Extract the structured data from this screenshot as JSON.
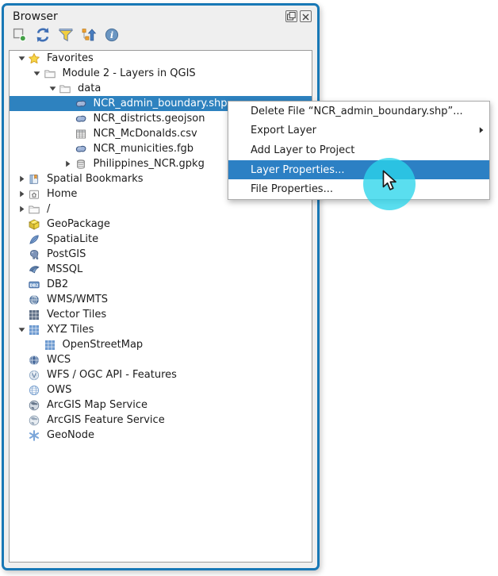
{
  "window": {
    "title": "Browser"
  },
  "colors": {
    "panel_border": "#1878b6",
    "tree_selection": "#2e82bf",
    "menu_highlight": "#2c80c4",
    "cursor_halo": "#2cd5ea",
    "panel_bg": "#efefef"
  },
  "toolbar": {
    "buttons": [
      {
        "name": "add-selected-layers-button",
        "icon": "add-layer-icon"
      },
      {
        "name": "refresh-button",
        "icon": "refresh-icon"
      },
      {
        "name": "filter-browser-button",
        "icon": "filter-icon"
      },
      {
        "name": "collapse-all-button",
        "icon": "collapse-all-icon"
      },
      {
        "name": "properties-widget-button",
        "icon": "info-icon"
      }
    ]
  },
  "tree": {
    "items": [
      {
        "label": "Favorites",
        "icon": "star-icon",
        "indent": 0,
        "arrow": "expanded",
        "selected": false
      },
      {
        "label": "Module 2 - Layers in QGIS",
        "icon": "folder-icon",
        "indent": 1,
        "arrow": "expanded",
        "selected": false
      },
      {
        "label": "data",
        "icon": "folder-icon",
        "indent": 2,
        "arrow": "expanded",
        "selected": false
      },
      {
        "label": "NCR_admin_boundary.shp",
        "icon": "vector-polygon-icon",
        "indent": 3,
        "arrow": "none",
        "selected": true
      },
      {
        "label": "NCR_districts.geojson",
        "icon": "vector-polygon-icon",
        "indent": 3,
        "arrow": "none",
        "selected": false
      },
      {
        "label": "NCR_McDonalds.csv",
        "icon": "table-icon",
        "indent": 3,
        "arrow": "none",
        "selected": false
      },
      {
        "label": "NCR_municities.fgb",
        "icon": "vector-polygon-icon",
        "indent": 3,
        "arrow": "none",
        "selected": false
      },
      {
        "label": "Philippines_NCR.gpkg",
        "icon": "database-file-icon",
        "indent": 3,
        "arrow": "collapsed",
        "selected": false
      },
      {
        "label": "Spatial Bookmarks",
        "icon": "bookmarks-icon",
        "indent": 0,
        "arrow": "collapsed",
        "selected": false
      },
      {
        "label": "Home",
        "icon": "home-icon",
        "indent": 0,
        "arrow": "collapsed",
        "selected": false
      },
      {
        "label": "/",
        "icon": "folder-icon",
        "indent": 0,
        "arrow": "collapsed",
        "selected": false
      },
      {
        "label": "GeoPackage",
        "icon": "geopackage-icon",
        "indent": 0,
        "arrow": "none",
        "selected": false
      },
      {
        "label": "SpatiaLite",
        "icon": "spatialite-icon",
        "indent": 0,
        "arrow": "none",
        "selected": false
      },
      {
        "label": "PostGIS",
        "icon": "postgis-icon",
        "indent": 0,
        "arrow": "none",
        "selected": false
      },
      {
        "label": "MSSQL",
        "icon": "mssql-icon",
        "indent": 0,
        "arrow": "none",
        "selected": false
      },
      {
        "label": "DB2",
        "icon": "db2-icon",
        "indent": 0,
        "arrow": "none",
        "selected": false
      },
      {
        "label": "WMS/WMTS",
        "icon": "wms-icon",
        "indent": 0,
        "arrow": "none",
        "selected": false
      },
      {
        "label": "Vector Tiles",
        "icon": "vector-tiles-icon",
        "indent": 0,
        "arrow": "none",
        "selected": false
      },
      {
        "label": "XYZ Tiles",
        "icon": "xyz-tiles-icon",
        "indent": 0,
        "arrow": "expanded",
        "selected": false
      },
      {
        "label": "OpenStreetMap",
        "icon": "xyz-tiles-icon",
        "indent": 1,
        "arrow": "none",
        "selected": false
      },
      {
        "label": "WCS",
        "icon": "wcs-icon",
        "indent": 0,
        "arrow": "none",
        "selected": false
      },
      {
        "label": "WFS / OGC API - Features",
        "icon": "wfs-icon",
        "indent": 0,
        "arrow": "none",
        "selected": false
      },
      {
        "label": "OWS",
        "icon": "ows-icon",
        "indent": 0,
        "arrow": "none",
        "selected": false
      },
      {
        "label": "ArcGIS Map Service",
        "icon": "arcgis-map-icon",
        "indent": 0,
        "arrow": "none",
        "selected": false
      },
      {
        "label": "ArcGIS Feature Service",
        "icon": "arcgis-feature-icon",
        "indent": 0,
        "arrow": "none",
        "selected": false
      },
      {
        "label": "GeoNode",
        "icon": "geonode-icon",
        "indent": 0,
        "arrow": "none",
        "selected": false
      }
    ]
  },
  "context_menu": {
    "items": [
      {
        "label": "Delete File “NCR_admin_boundary.shp”...",
        "submenu": false,
        "highlighted": false
      },
      {
        "label": "Export Layer",
        "submenu": true,
        "highlighted": false
      },
      {
        "label": "Add Layer to Project",
        "submenu": false,
        "highlighted": false
      },
      {
        "label": "Layer Properties...",
        "submenu": false,
        "highlighted": true
      },
      {
        "label": "File Properties...",
        "submenu": false,
        "highlighted": false
      }
    ]
  },
  "cursor": {
    "type": "arrow-pointer",
    "halo": true
  }
}
